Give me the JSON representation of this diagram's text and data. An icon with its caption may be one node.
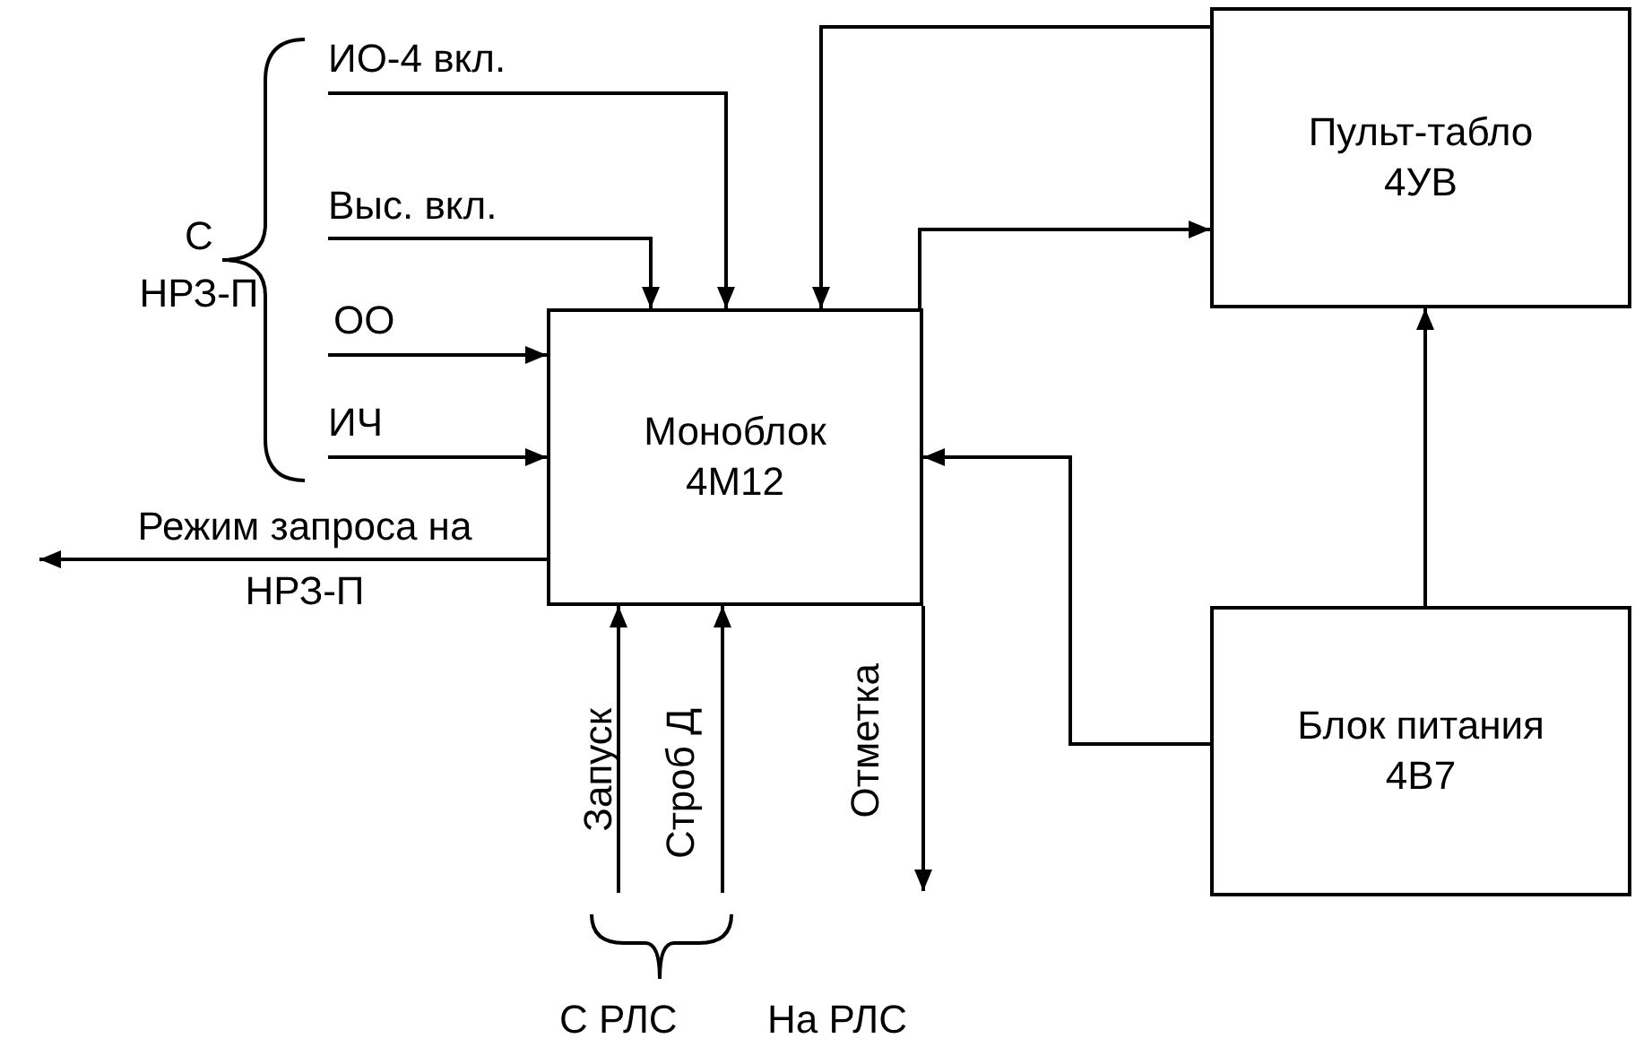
{
  "diagram": {
    "nodes": [
      {
        "text": [
          "Моноблок 4М12"
        ]
      },
      {
        "text": [
          "Пульт-табло 4УВ"
        ]
      },
      {
        "text": [
          "Блок питания 4В7"
        ]
      }
    ],
    "edges": [
      {
        "from": null,
        "to": 0,
        "arrow": "to",
        "label": "ИО-4 вкл."
      },
      {
        "from": null,
        "to": 0,
        "arrow": "to",
        "label": "Выс. вкл."
      },
      {
        "from": null,
        "to": 0,
        "arrow": "to",
        "label": "ОО"
      },
      {
        "from": null,
        "to": 0,
        "arrow": "to",
        "label": "ИЧ"
      },
      {
        "from": 0,
        "to": null,
        "arrow": "to",
        "label": "Режим запроса на НРЗ-П"
      },
      {
        "from": null,
        "to": 0,
        "arrow": "to",
        "label": "Запуск"
      },
      {
        "from": null,
        "to": 0,
        "arrow": "to",
        "label": "Строб Д"
      },
      {
        "from": 0,
        "to": null,
        "arrow": "to",
        "label": "Отметка"
      },
      {
        "from": 1,
        "to": 0,
        "arrow": "to"
      },
      {
        "from": 0,
        "to": 1,
        "arrow": "to"
      },
      {
        "from": 2,
        "to": 1,
        "arrow": "to"
      },
      {
        "from": 2,
        "to": 0,
        "arrow": "to"
      }
    ],
    "labels": [
      "С НРЗ-П",
      "С РЛС",
      "На РЛС"
    ]
  }
}
